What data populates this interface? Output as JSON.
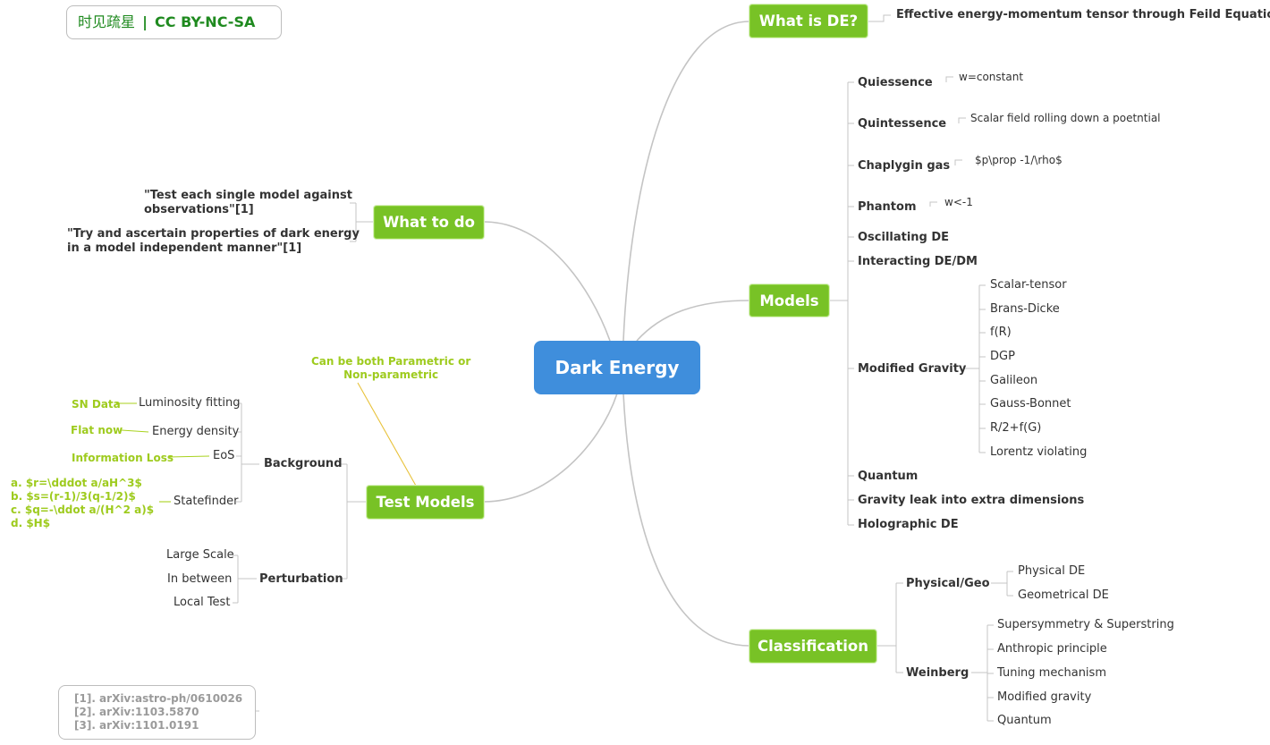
{
  "watermark": {
    "chinese": "时见疏星",
    "separator": "|",
    "license": "CC BY-NC-SA"
  },
  "central": "Dark Energy",
  "what_is": {
    "label": "What is DE?",
    "detail": "Effective energy-momentum tensor through Feild Equation"
  },
  "models": {
    "label": "Models",
    "items": [
      {
        "label": "Quiessence",
        "note": "w=constant"
      },
      {
        "label": "Quintessence",
        "note": "Scalar field rolling down a poetntial"
      },
      {
        "label": "Chaplygin gas",
        "note": "$p\\prop -1/\\rho$"
      },
      {
        "label": "Phantom",
        "note": "w<-1"
      },
      {
        "label": "Oscillating DE"
      },
      {
        "label": "Interacting DE/DM"
      },
      {
        "label": "Modified Gravity"
      },
      {
        "label": "Quantum"
      },
      {
        "label": "Gravity leak into extra dimensions"
      },
      {
        "label": "Holographic DE"
      }
    ],
    "modified_gravity": [
      "Scalar-tensor",
      "Brans-Dicke",
      "f(R)",
      "DGP",
      "Galileon",
      "Gauss-Bonnet",
      "R/2+f(G)",
      "Lorentz violating"
    ]
  },
  "classification": {
    "label": "Classification",
    "physical_geo": {
      "label": "Physical/Geo",
      "items": [
        "Physical DE",
        "Geometrical DE"
      ]
    },
    "weinberg": {
      "label": "Weinberg",
      "items": [
        "Supersymmetry & Superstring",
        "Anthropic principle",
        "Tuning mechanism",
        "Modified gravity",
        "Quantum"
      ]
    }
  },
  "what_to_do": {
    "label": "What to do",
    "items": [
      {
        "line1": "\"Test each single model against",
        "line2": "observations\"[1]"
      },
      {
        "line1": "\"Try and ascertain properties of dark energy",
        "line2": "in a model independent manner\"[1]"
      }
    ]
  },
  "test_models": {
    "label": "Test Models",
    "callout": {
      "line1": "Can be both Parametric or",
      "line2": "Non-parametric"
    },
    "background": {
      "label": "Background",
      "items": [
        {
          "label": "Luminosity fitting",
          "note": "SN Data"
        },
        {
          "label": "Energy density",
          "note": "Flat now"
        },
        {
          "label": "EoS",
          "note": "Information Loss"
        },
        {
          "label": "Statefinder",
          "notes": [
            "a. $r=\\dddot a/aH^3$",
            "b. $s=(r-1)/3(q-1/2)$",
            "c. $q=-\\ddot a/(H^2 a)$",
            "d. $H$"
          ]
        }
      ]
    },
    "perturbation": {
      "label": "Perturbation",
      "items": [
        "Large Scale",
        "In between",
        "Local Test"
      ]
    }
  },
  "references": [
    "[1]. arXiv:astro-ph/0610026",
    "[2]. arXiv:1103.5870",
    "[3]. arXiv:1101.0191"
  ],
  "colors": {
    "topic": "#78c226",
    "central": "#3f8edc",
    "note": "#9ecb1e",
    "line": "#c4c4c4"
  }
}
